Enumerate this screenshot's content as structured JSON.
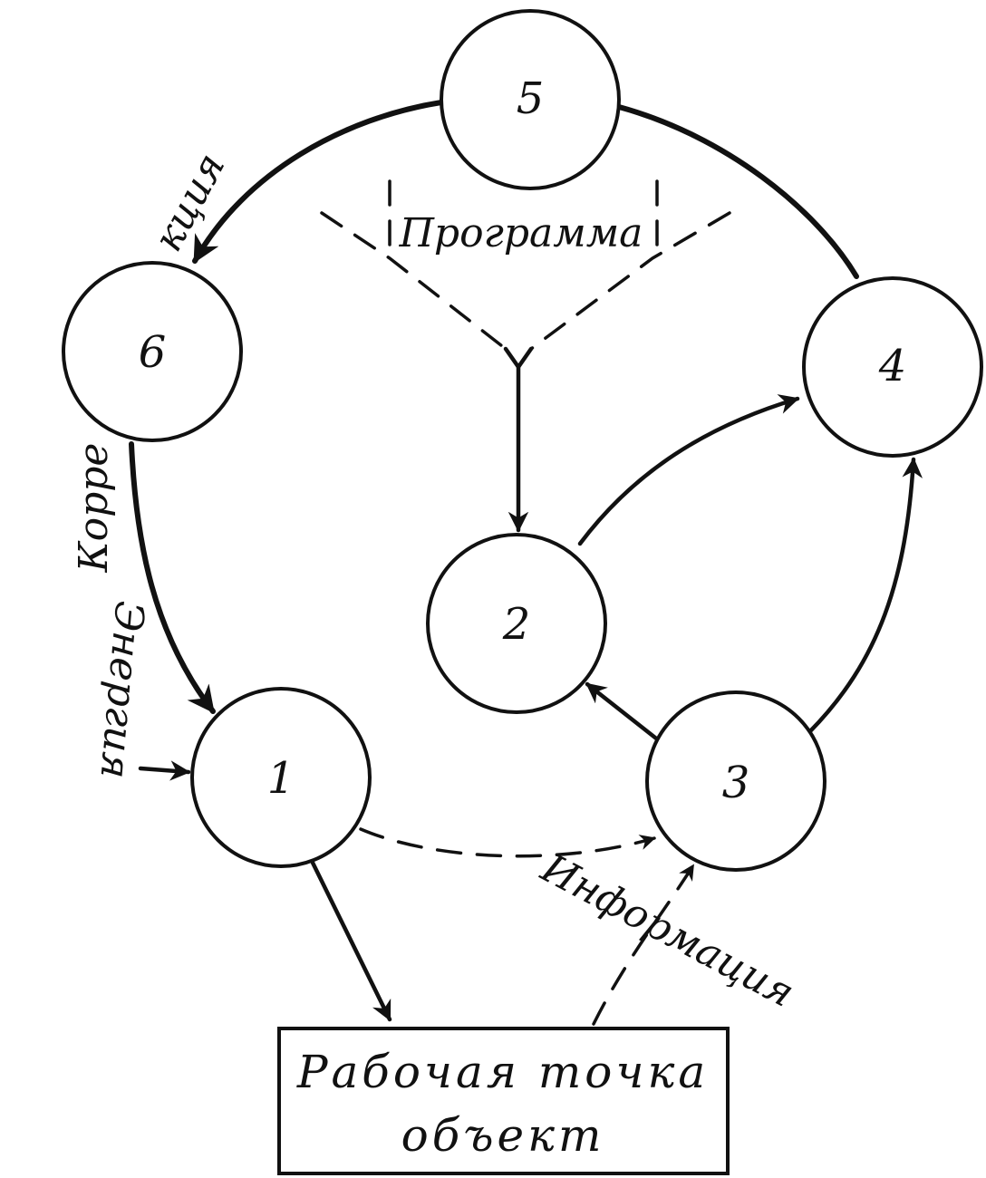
{
  "nodes": {
    "n1": "1",
    "n2": "2",
    "n3": "3",
    "n4": "4",
    "n5": "5",
    "n6": "6"
  },
  "labels": {
    "program": "Программа",
    "energy": "Энергия",
    "correction_part1": "Корре",
    "correction_part2": "кция",
    "information": "Информация"
  },
  "work_box": {
    "line1": "Рабочая точка",
    "line2": "объект"
  }
}
